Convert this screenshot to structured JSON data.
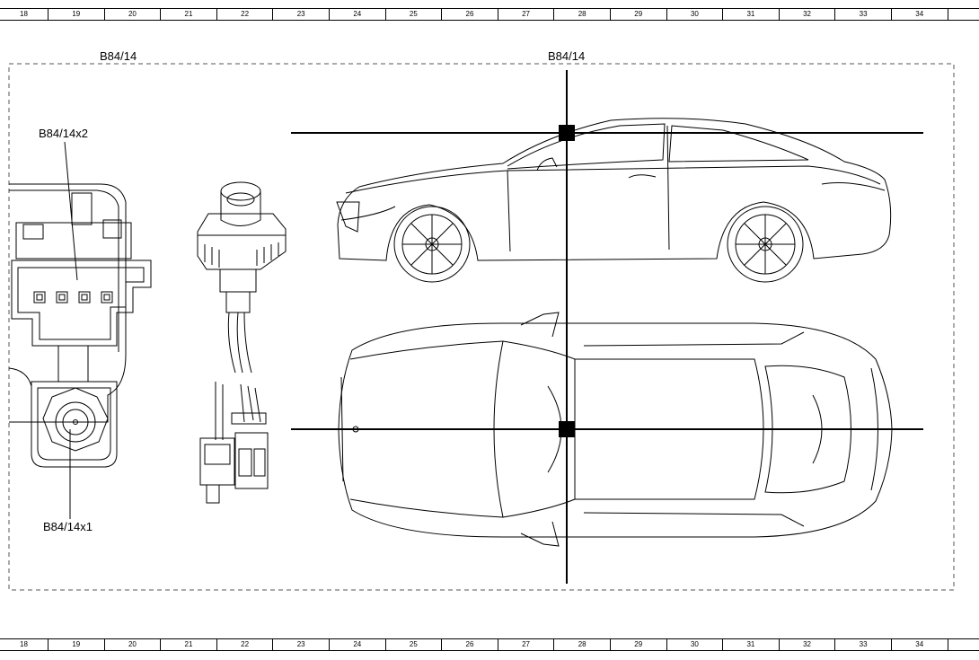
{
  "ruler": {
    "columns": [
      "18",
      "19",
      "20",
      "21",
      "22",
      "23",
      "24",
      "25",
      "26",
      "27",
      "28",
      "29",
      "30",
      "31",
      "32",
      "33",
      "34",
      ""
    ]
  },
  "labels": {
    "area_left": "B84/14",
    "area_right": "B84/14",
    "connector_x2": "B84/14x2",
    "connector_x1": "B84/14x1"
  },
  "colors": {
    "line": "#000000",
    "frame_dash": "#555555",
    "marker": "#000000"
  }
}
